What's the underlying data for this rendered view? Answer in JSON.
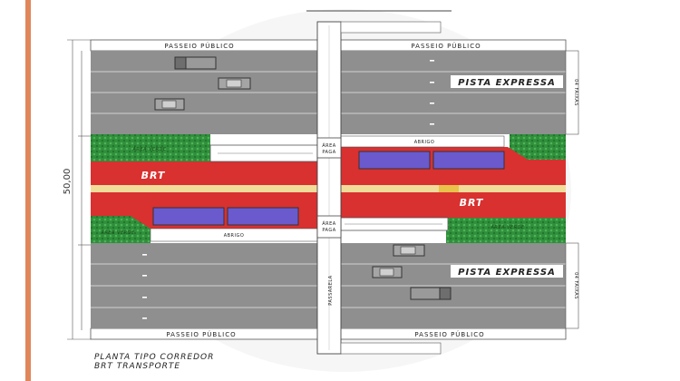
{
  "labels": {
    "sidewalk_top_left": "PASSEIO PÚBLICO",
    "sidewalk_top_right": "PASSEIO PÚBLICO",
    "sidewalk_bottom_left": "PASSEIO PÚBLICO",
    "sidewalk_bottom_right": "PASSEIO PÚBLICO",
    "express_top": "PISTA EXPRESSA",
    "express_bottom": "PISTA EXPRESSA",
    "lanes_top": "04 FAIXAS",
    "lanes_bottom": "04 FAIXAS",
    "green_top_left": "ÁREA VERDE",
    "green_bottom_right": "ÁREA VERDE",
    "green_bottom_left": "ÁREA VERDE",
    "shelter_top": "ABRIGO",
    "shelter_bottom": "ABRIGO",
    "pay_area_top_1": "ÁREA",
    "pay_area_top_2": "PAGA",
    "pay_area_bottom_1": "ÁREA",
    "pay_area_bottom_2": "PAGA",
    "brt_left": "BRT",
    "brt_right": "BRT",
    "footbridge": "PASSARELA",
    "width_dimension": "50,00"
  },
  "caption": {
    "line1": "PLANTA TIPO CORREDOR",
    "line2": "BRT TRANSPORTE"
  },
  "colors": {
    "sidewalk": "#ffffff",
    "road": "#8f8f8f",
    "green_area": "#2f8f3a",
    "brt_lane": "#d93030",
    "median": "#f2dc9a",
    "bus": "#6a5acd",
    "stripe": "#e0875a"
  }
}
